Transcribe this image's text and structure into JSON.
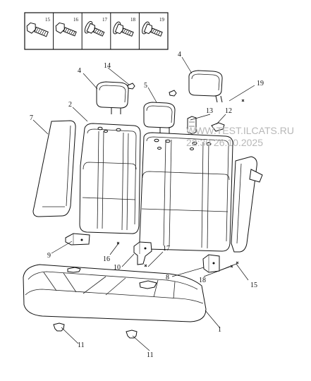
{
  "watermark": {
    "line1": "WWW.TEST.ILCATS.RU",
    "line2": "22:30 26.10.2025"
  },
  "fastener_chart": {
    "cells": [
      "15",
      "16",
      "17",
      "18",
      "19"
    ]
  },
  "callouts": {
    "c1": "1",
    "c2": "2",
    "c4a": "4",
    "c4b": "4",
    "c5": "5",
    "c7": "7",
    "c8": "8",
    "c9": "9",
    "c10": "10",
    "c11a": "11",
    "c11b": "11",
    "c12": "12",
    "c13": "13",
    "c14": "14",
    "c15": "15",
    "c16": "16",
    "c17": "17",
    "c18": "18",
    "c19": "19"
  }
}
